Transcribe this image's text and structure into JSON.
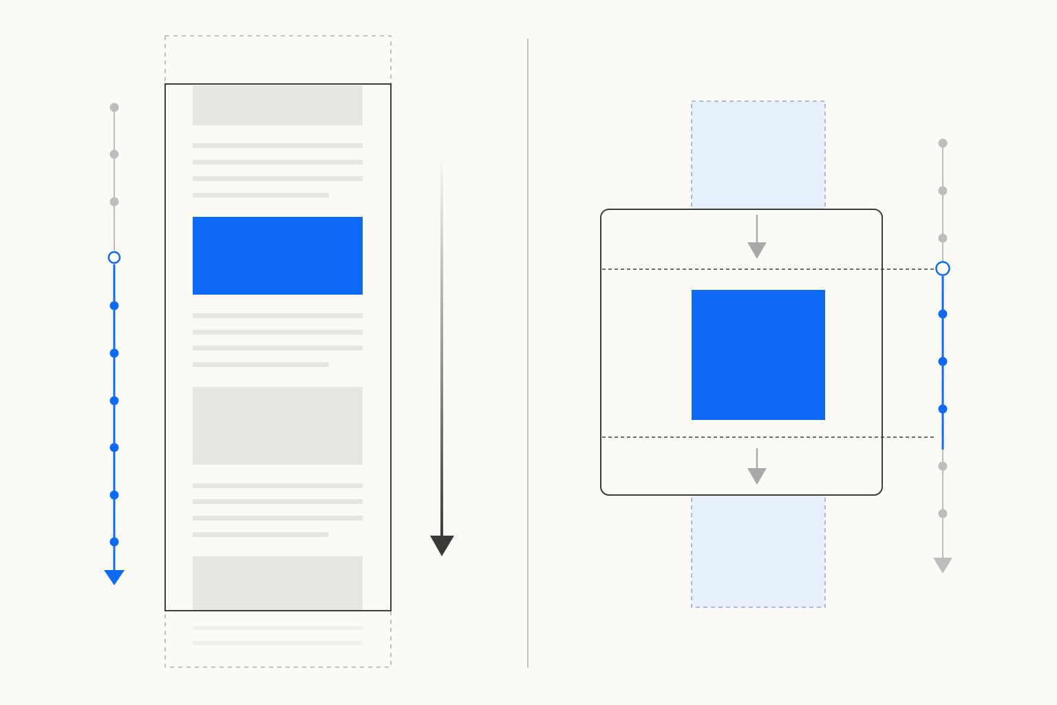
{
  "colors": {
    "background": "#fbfaf5",
    "accent": "#0d6af5",
    "accent_light": "#e6effc",
    "placeholder": "#e6e5e1",
    "muted": "#bdbdbd",
    "frame": "#3a3a3a",
    "divider": "#c4c4c4",
    "dashed_outline": "#b0b0b0",
    "dashed_outline_blue": "#9aa3c4"
  },
  "left_panel": {
    "scroll_progress": {
      "total_steps": 10,
      "current_step": 3,
      "progress": 0.3
    },
    "content_blocks": [
      "image",
      "text",
      "highlight",
      "text",
      "image",
      "text",
      "image",
      "text"
    ]
  },
  "right_panel": {
    "scroll_progress": {
      "total_steps": 9,
      "visible_start_step": 3,
      "visible_end_step": 6
    }
  },
  "icons": [
    "scroll-direction-arrow-icon",
    "scroll-down-arrow-icon",
    "progress-arrowhead-icon"
  ]
}
